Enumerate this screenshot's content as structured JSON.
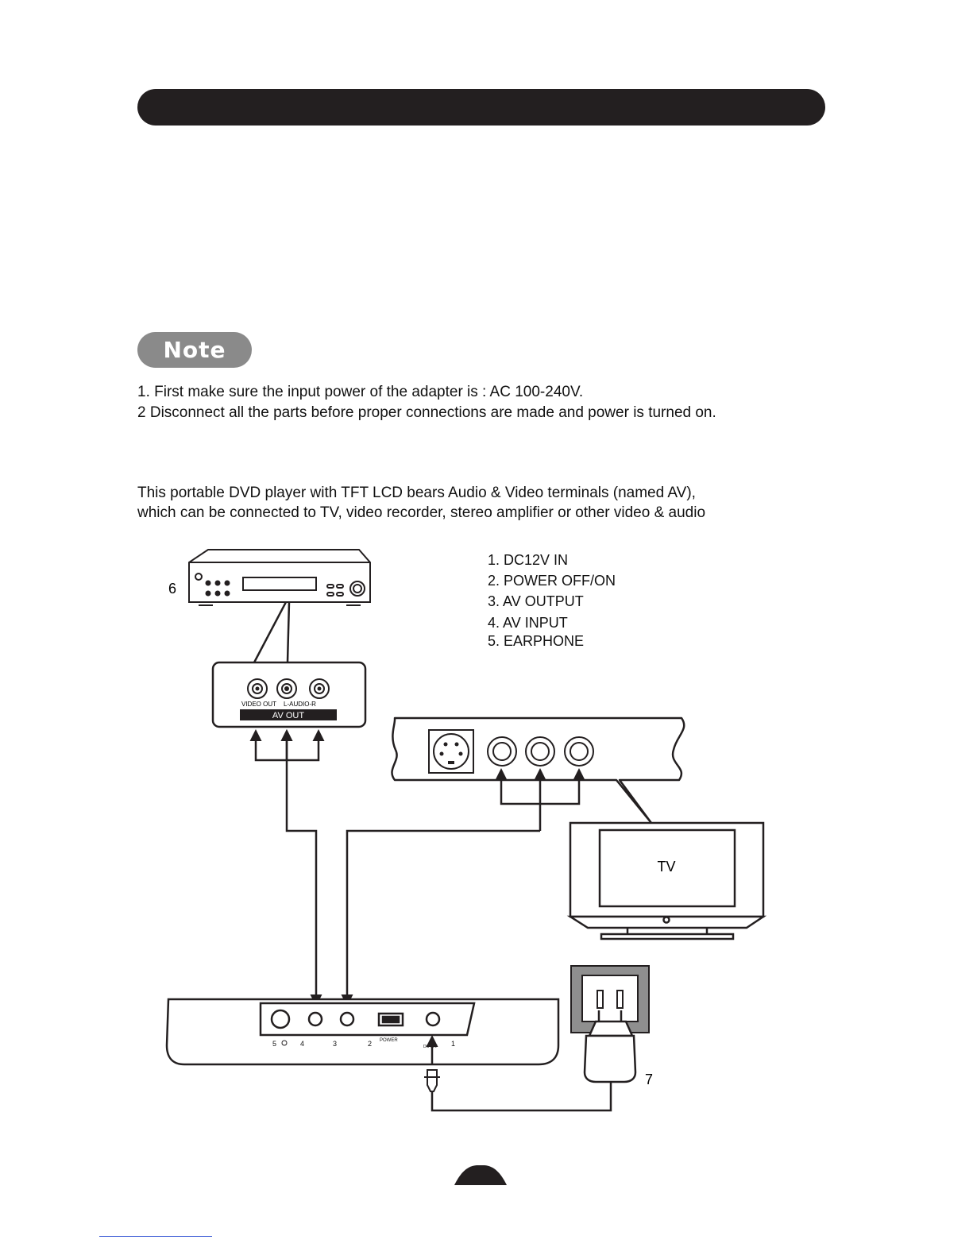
{
  "note": {
    "badge": "Note",
    "items": [
      "1. First make sure the input power of the adapter is : AC 100-240V.",
      "2  Disconnect all the parts before proper connections are made and power is turned on."
    ]
  },
  "intro": [
    "This portable DVD player with TFT LCD bears Audio & Video terminals (named AV),",
    "which can be connected to TV, video recorder, stereo amplifier or other video & audio"
  ],
  "diagram": {
    "legend": [
      "1. DC12V IN",
      "2. POWER OFF/ON",
      "3. AV OUTPUT",
      "4. AV INPUT",
      "5. EARPHONE"
    ],
    "device_6_label": "6",
    "adapter_7_label": "7",
    "tv_label": "TV",
    "av_out_panel": {
      "video_label": "VIDEO OUT",
      "audio_label": "L-AUDIO-R",
      "title": "AV OUT"
    },
    "player_panel": {
      "port_labels": [
        "5",
        "4",
        "3",
        "2",
        "1"
      ],
      "power_label": "POWER",
      "dc_label": "DC 12V"
    }
  },
  "colors": {
    "ink": "#231f20",
    "badge_gray": "#8a8a8a",
    "outlet_gray": "#8f8f8f"
  }
}
